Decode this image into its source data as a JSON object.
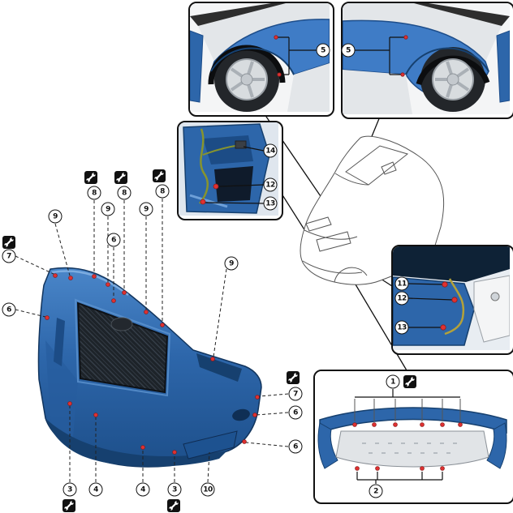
{
  "callouts": [
    "7",
    "6",
    "8",
    "8",
    "8",
    "9",
    "9",
    "9",
    "6",
    "9",
    "7",
    "6",
    "6",
    "3",
    "4",
    "4",
    "3",
    "10",
    "5",
    "5",
    "14",
    "12",
    "13",
    "11",
    "12",
    "13",
    "1",
    "2"
  ],
  "icons": {
    "wrench": "wrench-icon"
  },
  "colors": {
    "bumper_blue": "#2d66aa",
    "bumper_dark": "#16406f",
    "fastener_red": "#e03131",
    "leader_line": "#111111"
  }
}
